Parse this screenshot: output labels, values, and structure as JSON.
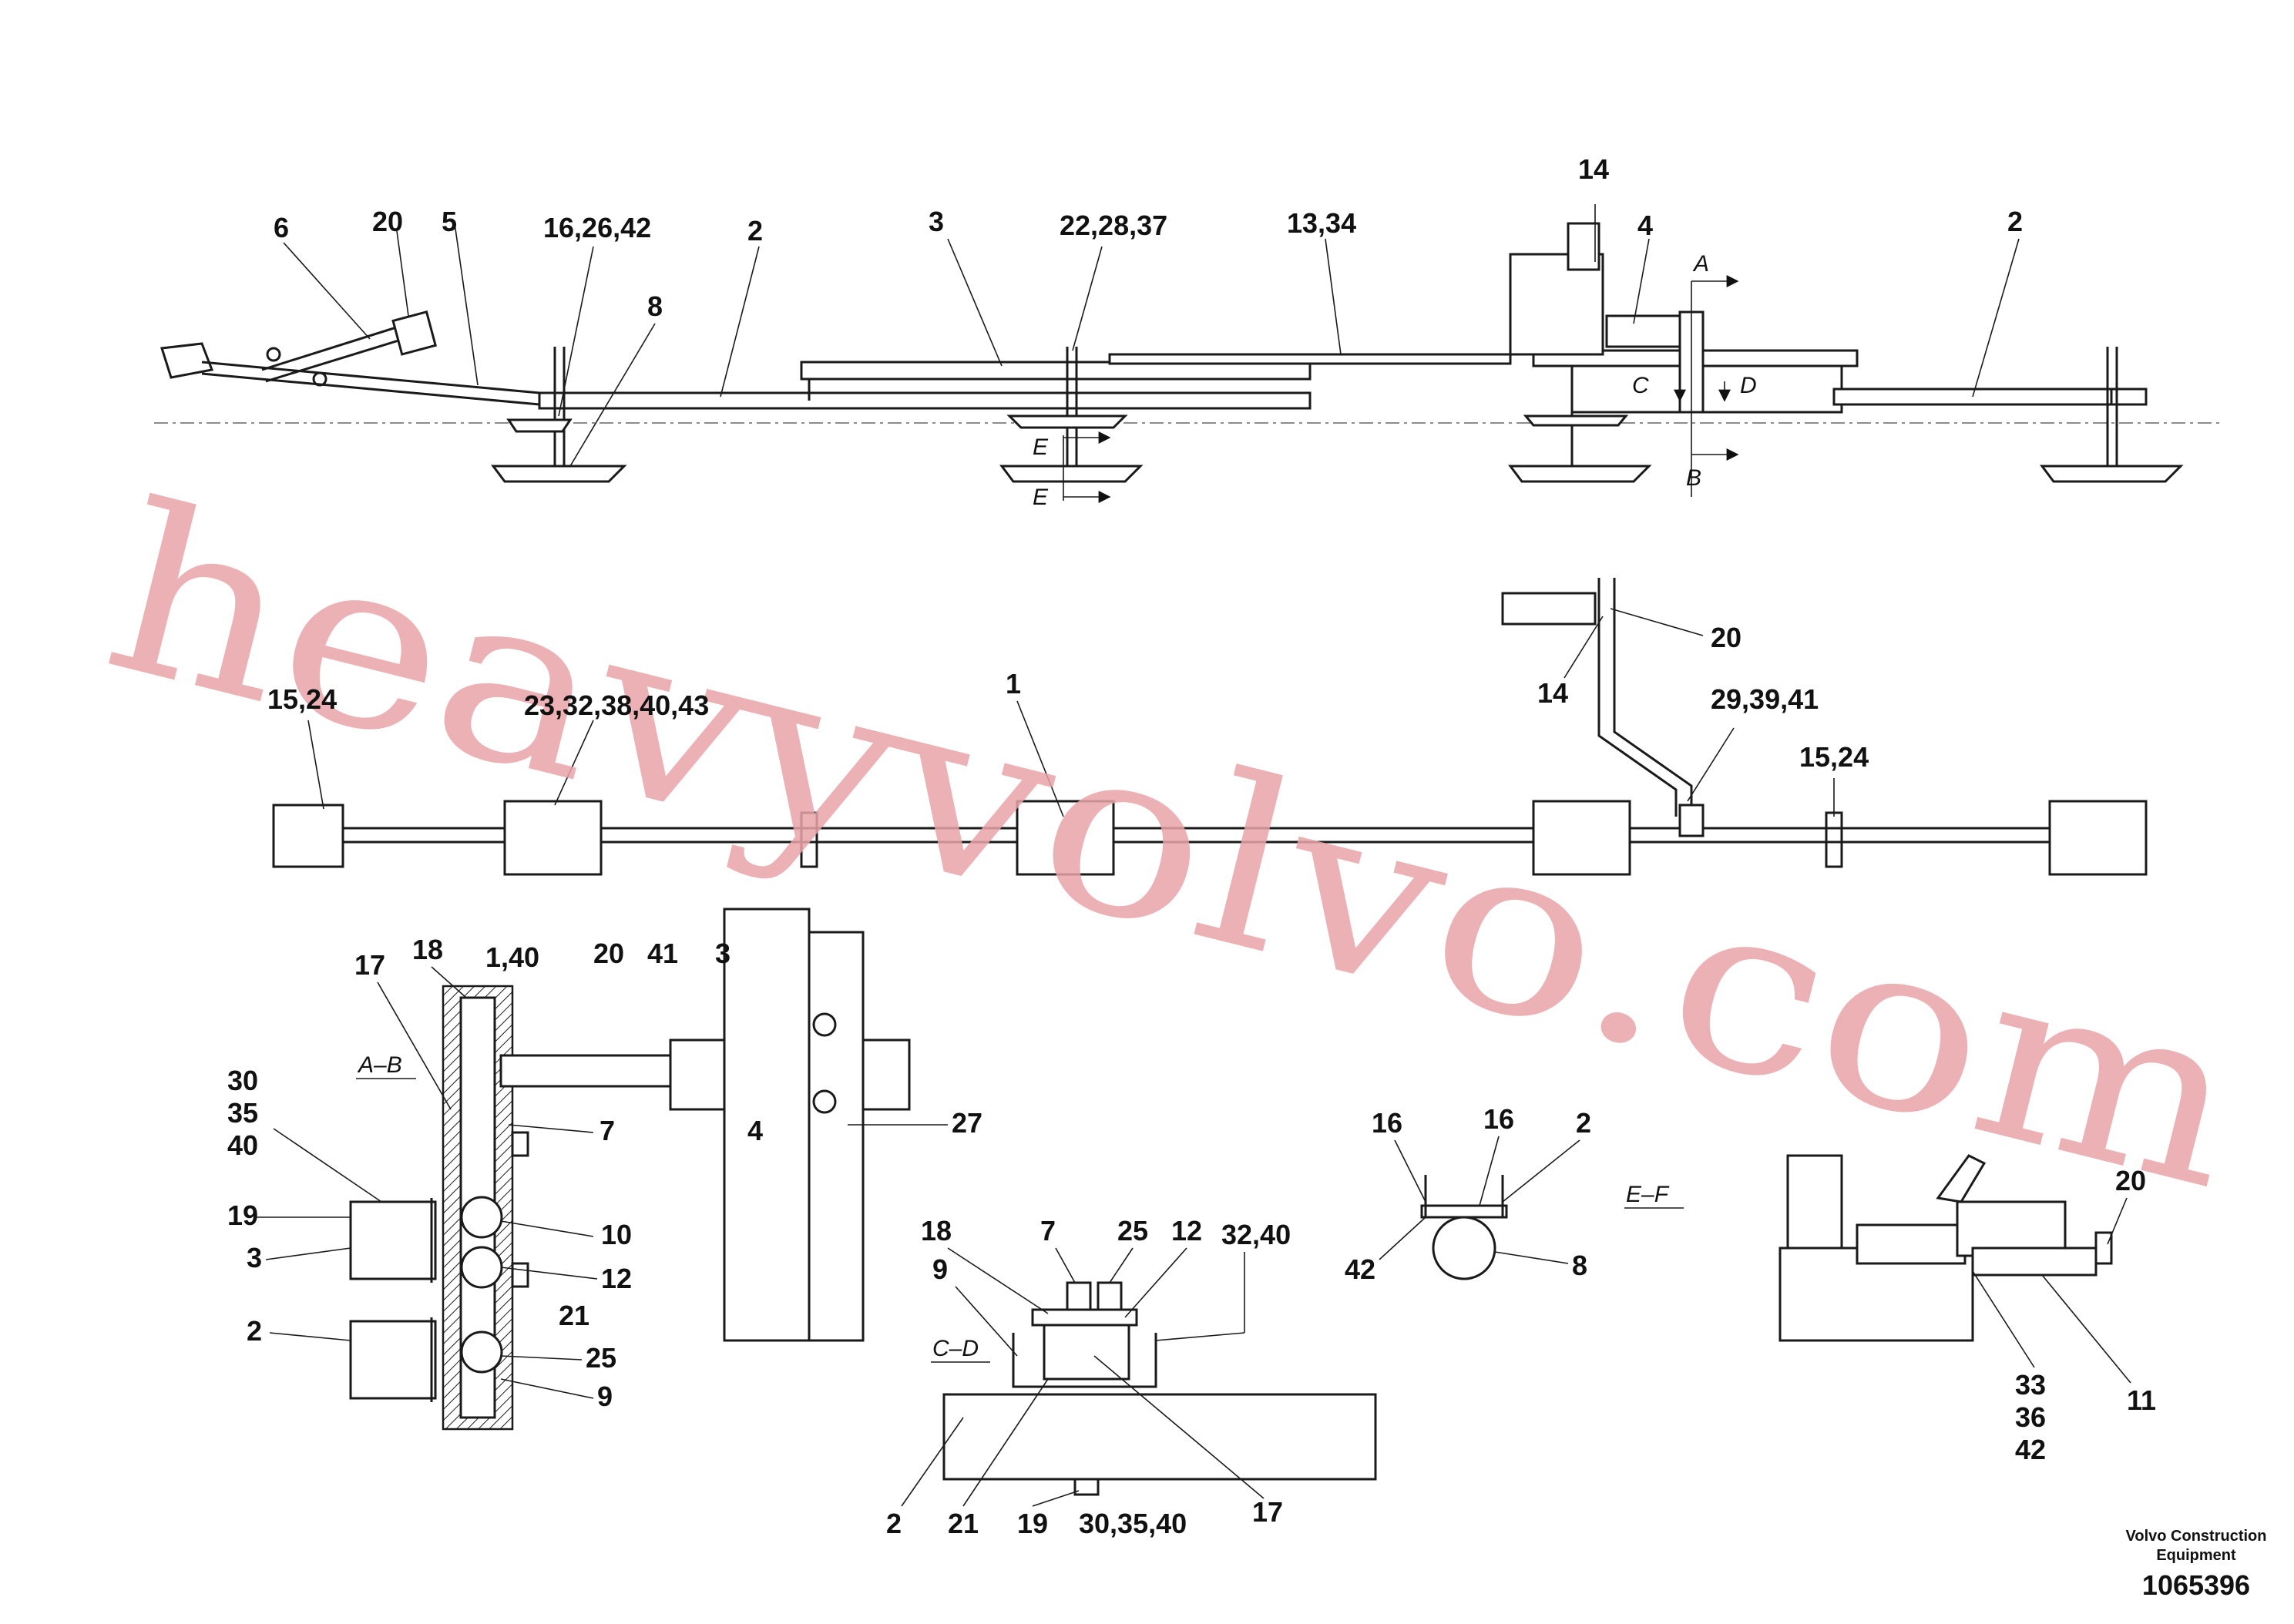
{
  "diagram": {
    "callouts_top": [
      "6",
      "20",
      "5",
      "16,26,42",
      "8",
      "2",
      "3",
      "22,28,37",
      "13,34",
      "14",
      "4",
      "2"
    ],
    "section_marks": [
      "A",
      "C",
      "D",
      "B",
      "E",
      "E"
    ],
    "callouts_mid": [
      "15,24",
      "23,32,38,40,43",
      "1",
      "20",
      "14",
      "29,39,41",
      "15,24"
    ],
    "section_ab": {
      "title": "A–B",
      "labels": [
        "17",
        "18",
        "1,40",
        "20",
        "41",
        "3",
        "4",
        "27",
        "7",
        "30",
        "35",
        "40",
        "19",
        "3",
        "10",
        "12",
        "2",
        "21",
        "25",
        "9"
      ]
    },
    "section_cd": {
      "title": "C–D",
      "labels": [
        "18",
        "7",
        "25",
        "12",
        "32,40",
        "9",
        "2",
        "21",
        "19",
        "30,35,40",
        "17"
      ]
    },
    "section_ef": {
      "title": "E–F",
      "labels": [
        "16",
        "16",
        "2",
        "42",
        "8"
      ]
    },
    "detail_right": {
      "labels": [
        "20",
        "33",
        "36",
        "42",
        "11"
      ]
    },
    "watermark": "heavyvolvo.com",
    "brand_line1": "Volvo Construction",
    "brand_line2": "Equipment",
    "part_number": "1065396"
  }
}
